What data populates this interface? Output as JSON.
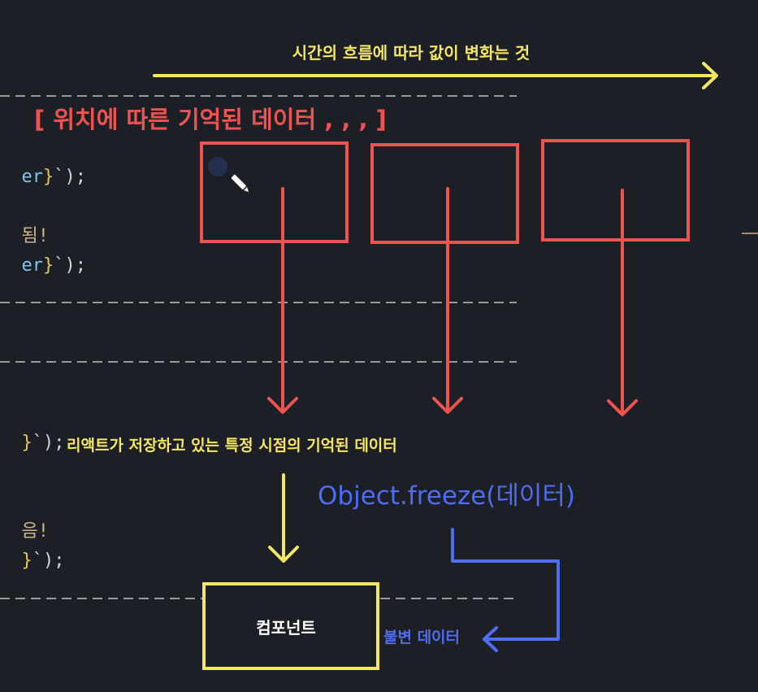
{
  "colors": {
    "background": "#1d1f27",
    "yellow": "#f5e663",
    "red": "#ef5350",
    "blue": "#4f6cf2",
    "dash": "#9a9a9a",
    "code_blue": "#7fc6ea",
    "code_yellow": "#e6c84c"
  },
  "annotations": {
    "time_label": "시간의 흐름에 따라 값이 변화는 것",
    "memory_label": "[ 위치에 따른 기억된 데이터 , , , ]",
    "react_stored_label": "리액트가 저장하고 있는 특정 시점의 기억된 데이터",
    "freeze_label": "Object.freeze(데이터)",
    "component_label": "컴포넌트",
    "immutable_label": "불변 데이터"
  },
  "code": {
    "line1": {
      "part_a": "er",
      "part_b": "}",
      "part_c": "`);"
    },
    "line2": {
      "text": "됨!"
    },
    "line3": {
      "part_a": "er",
      "part_b": "}",
      "part_c": "`);"
    },
    "line4": {
      "part_b": "}",
      "part_c": "`);"
    },
    "line5": {
      "text": "음!"
    },
    "line6": {
      "part_b": "}",
      "part_c": "`);"
    }
  }
}
